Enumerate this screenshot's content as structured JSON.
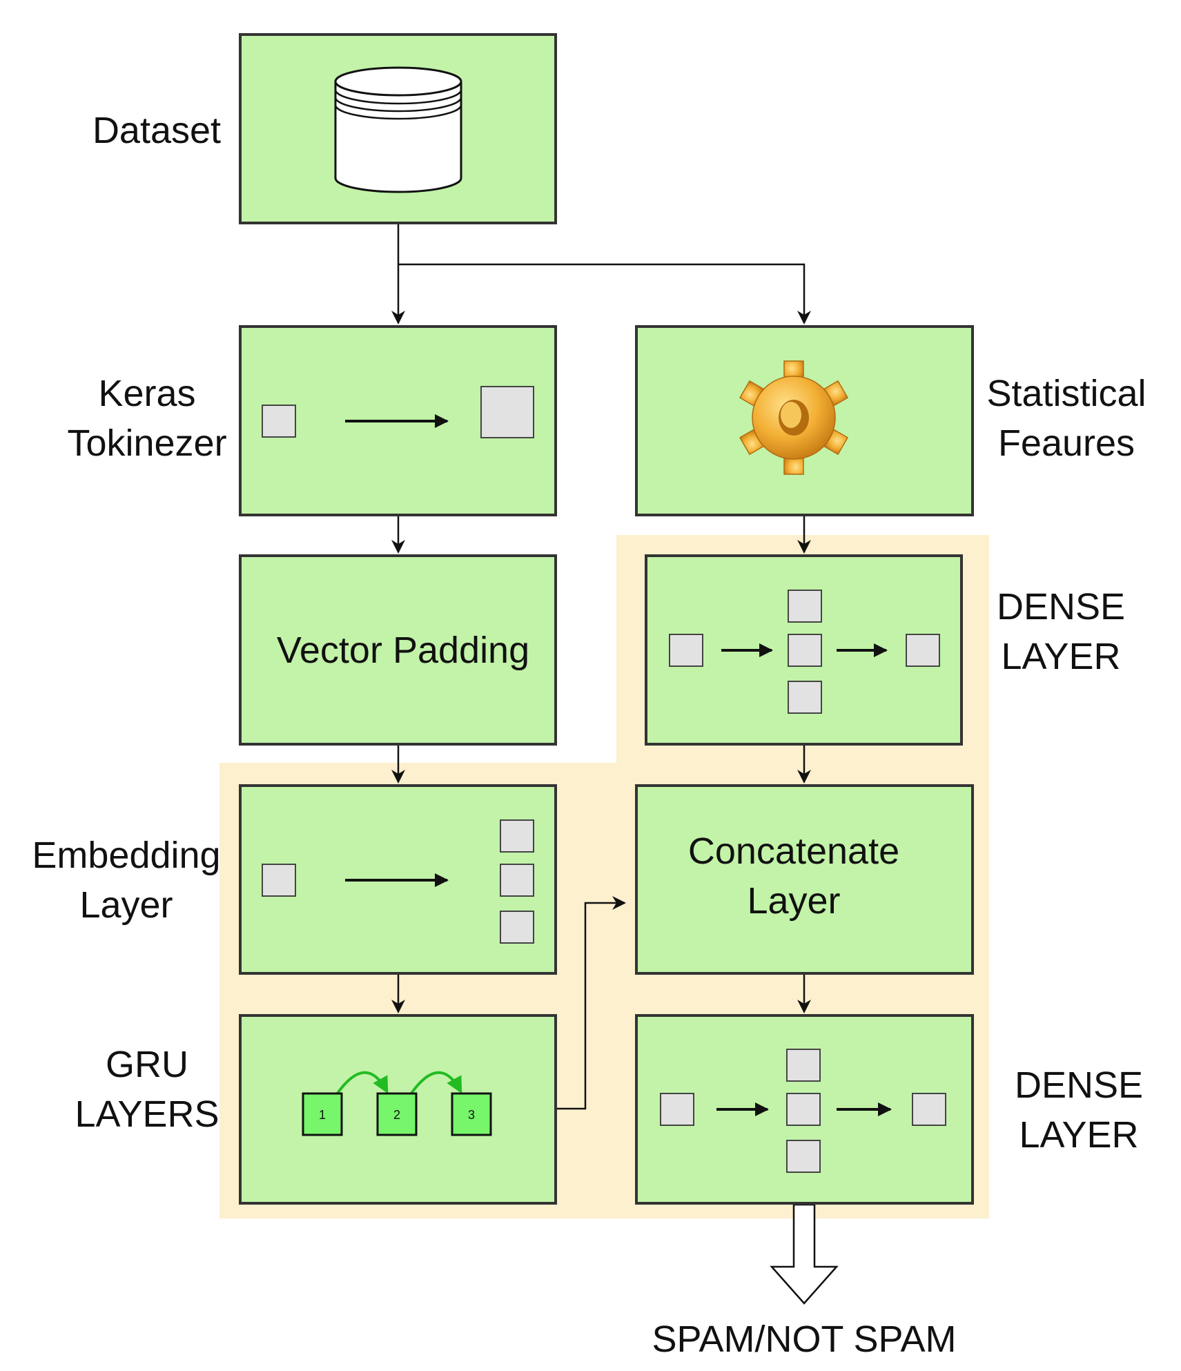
{
  "labels": {
    "dataset": "Dataset",
    "keras_line1": "Keras",
    "keras_line2": "Tokinezer",
    "statistical_line1": "Statistical",
    "statistical_line2": "Feaures",
    "vector_padding": "Vector Padding",
    "dense_top_line1": "DENSE",
    "dense_top_line2": "LAYER",
    "embedding_line1": "Embedding",
    "embedding_line2": "Layer",
    "concat_line1": "Concatenate",
    "concat_line2": "Layer",
    "gru_line1": "GRU",
    "gru_line2": "LAYERS",
    "dense_bottom_line1": "DENSE",
    "dense_bottom_line2": "LAYER",
    "output": "SPAM/NOT SPAM"
  },
  "gru_steps": [
    "1",
    "2",
    "3"
  ],
  "icons": {
    "dataset": "database-cylinder-icon",
    "statistical": "gear-icon"
  },
  "colors": {
    "box_fill": "#c2f3a8",
    "box_stroke": "#333333",
    "highlight_fill": "#fdf0cf",
    "node_fill": "#e2e2e2",
    "gru_node_fill": "#77f56b",
    "gru_arrow": "#22bb22",
    "gear": "#f0a82a"
  }
}
